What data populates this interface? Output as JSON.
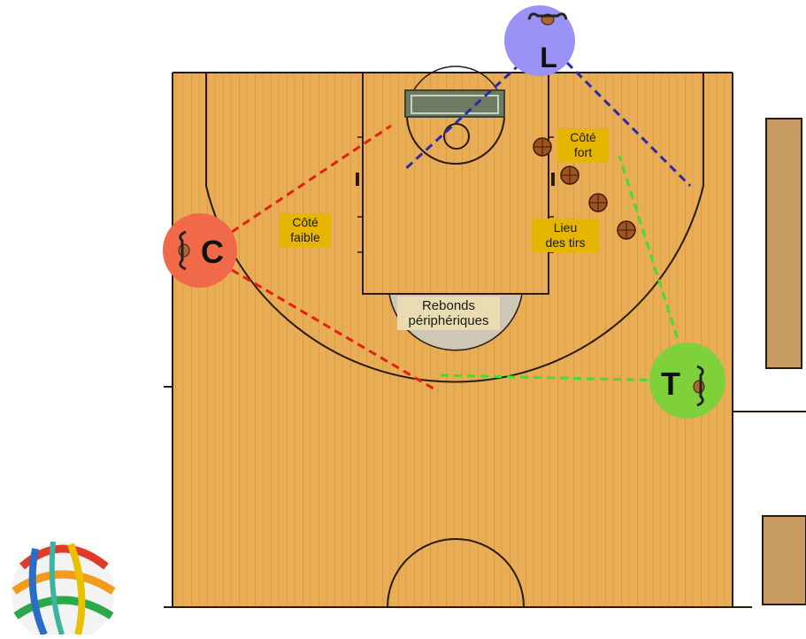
{
  "colors": {
    "wood": "#e8ad55",
    "wood_dark": "#c88b3a",
    "line": "#2a1a10",
    "center_circle_fill": "#cfc7b6",
    "referee_lead": "#9a93f5",
    "referee_center": "#f06a4a",
    "referee_trail": "#7fd13c",
    "dash_lead": "#2a2aa8",
    "dash_center": "#e02010",
    "dash_trail": "#44dd33",
    "label_bg": "#e5b500",
    "label_light_bg": "#e9dcb3",
    "bench": "#c79b62"
  },
  "referees": {
    "lead": {
      "letter": "L"
    },
    "center": {
      "letter": "C"
    },
    "trail": {
      "letter": "T"
    }
  },
  "labels": {
    "strong_side": "Côté\nfort",
    "weak_side": "Côté\nfaible",
    "shot_location": "Lieu\ndes tirs",
    "peripheral_rebounds": "Rebonds\npériphériques"
  },
  "icons": {
    "logo": "fiba-globe-logo",
    "ball": "basketball-icon",
    "whistle_person": "referee-figure-icon"
  }
}
